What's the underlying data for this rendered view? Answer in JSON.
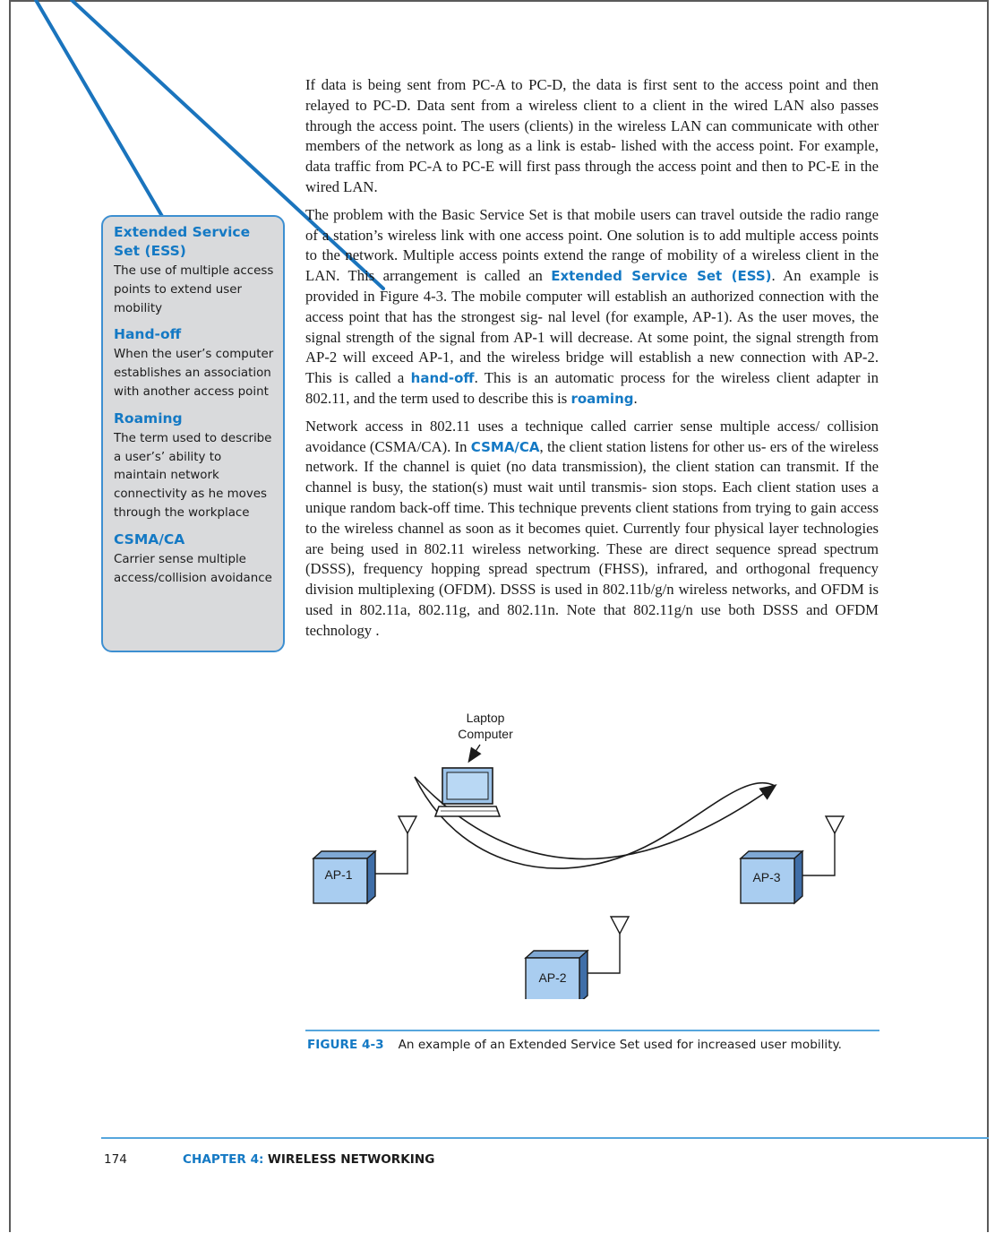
{
  "body": {
    "p1": "If data is being sent from PC-A to PC-D, the data is first sent to the access point and then relayed to PC-D. Data sent from a wireless client to a client in the wired LAN also passes through the access point. The users (clients) in the wireless LAN can communicate with other members of the network as long as a link is estab- lished with the access point. For example, data traffic from PC-A to PC-E will first pass through the access point and then to PC-E in the wired LAN.",
    "p2_a": "The problem with the Basic Service Set is that mobile users can travel outside the radio range of a station’s wireless link with one access point. One solution is to add multiple access points to the network. Multiple access points extend the range of mobility of a wireless client in the LAN. This arrangement is called an ",
    "p2_term_ess": "Extended Service Set (ESS)",
    "p2_b": ". An example is provided in Figure 4-3. The mobile computer will establish an authorized connection with the access point that has the strongest sig- nal level (for example, AP-1). As the user moves, the signal strength of the signal from AP-1 will decrease. At some point, the signal strength from AP-2 will exceed AP-1, and the wireless bridge will establish a new connection with AP-2. This is called a ",
    "p2_term_handoff": "hand-off",
    "p2_c": ". This is an automatic process for the wireless client adapter in 802.11, and the term used to describe this is ",
    "p2_term_roaming": "roaming",
    "p2_d": ".",
    "p3_a": "Network access in 802.11 uses a technique called carrier sense multiple access/ collision avoidance (CSMA/CA). In ",
    "p3_term_csma": "CSMA/CA",
    "p3_b": ", the client station listens for other us- ers of the wireless network. If the channel is quiet (no data transmission), the client station can transmit. If the channel is busy, the station(s) must wait until transmis- sion stops. Each client station uses a unique random back-off time. This technique prevents client stations from trying to gain access to the wireless channel as soon as it becomes quiet. Currently four physical layer technologies are being used in 802.11 wireless networking. These are direct sequence spread spectrum (DSSS), frequency hopping spread spectrum (FHSS), infrared, and orthogonal frequency division multiplexing (OFDM). DSSS is used in 802.11b/g/n wireless networks, and OFDM is used in 802.11a, 802.11g, and 802.11n. Note that 802.11g/n use both DSSS and OFDM technology ."
  },
  "sidebar": {
    "terms": [
      {
        "term": "Extended Service Set (ESS)",
        "definition": "The use of multiple access points to extend user mobility"
      },
      {
        "term": "Hand-off",
        "definition": "When the user’s computer establishes an association with another access point"
      },
      {
        "term": "Roaming",
        "definition": "The term used to describe a user’s’ ability to maintain network connectivity as he moves through the workplace"
      },
      {
        "term": "CSMA/CA",
        "definition": "Carrier sense multiple access/collision avoidance"
      }
    ]
  },
  "figure": {
    "laptop_label_line1": "Laptop",
    "laptop_label_line2": "Computer",
    "ap1": "AP-1",
    "ap2": "AP-2",
    "ap3": "AP-3",
    "caption_number": "FIGURE 4-3",
    "caption_text": "An example of an Extended Service Set used for increased user mobility."
  },
  "footer": {
    "page_number": "174",
    "chapter_label": "CHAPTER 4:",
    "chapter_title": "WIRELESS NETWORKING"
  },
  "colors": {
    "accent": "#1479c4",
    "rule": "#56a6dd",
    "sidebar_bg": "#d9dadc",
    "ap_box": "#a9cdf0"
  }
}
